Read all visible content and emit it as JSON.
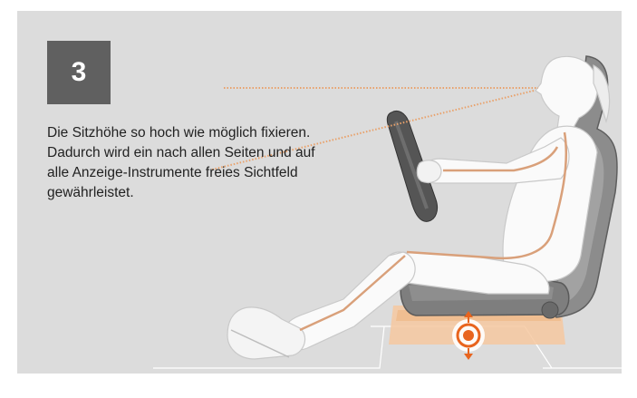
{
  "step": {
    "number": "3",
    "text": "Die Sitzhöhe so hoch wie möglich fixieren. Dadurch wird ein nach allen Seiten und auf alle Anzeige-Instrumente freies Sichtfeld gewährleistet."
  },
  "illustration": {
    "subject": "driver-seated-in-car-seat",
    "adjust_icon": "seat-height-adjust-icon"
  },
  "colors": {
    "panel_background": "#dcdcdc",
    "badge_background": "#606060",
    "accent_orange": "#e8641e",
    "sightline": "#e9a16a"
  }
}
